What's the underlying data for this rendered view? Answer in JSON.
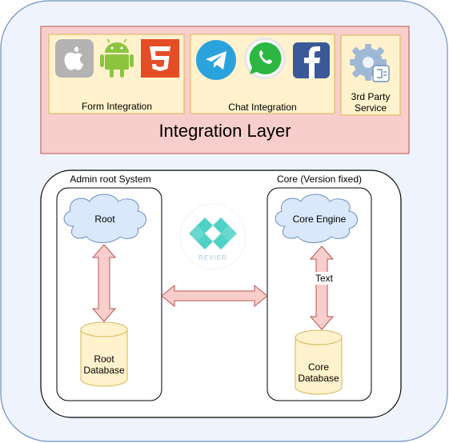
{
  "integration_layer": {
    "title": "Integration Layer",
    "form_group": {
      "label": "Form Integration",
      "icons": [
        "apple-icon",
        "android-icon",
        "html5-icon"
      ]
    },
    "chat_group": {
      "label": "Chat Integration",
      "icons": [
        "telegram-icon",
        "whatsapp-icon",
        "facebook-icon"
      ]
    },
    "third_party": {
      "label_line1": "3rd Party",
      "label_line2": "Service",
      "icon": "gear-plugin-icon"
    }
  },
  "admin_system": {
    "title": "Admin root System",
    "cloud_label": "Root",
    "db_label_line1": "Root",
    "db_label_line2": "Database"
  },
  "core_system": {
    "title": "Core (Version fixed)",
    "cloud_label": "Core Engine",
    "edge_label": "Text",
    "db_label_line1": "Core",
    "db_label_line2": "Database"
  },
  "logo": {
    "text": "REVIER"
  },
  "colors": {
    "outer_fill": "#EEF3FD",
    "outer_stroke": "#6C8EBF",
    "integration_fill": "#F8CECC",
    "integration_stroke": "#B85450",
    "group_fill": "#FFF2CC",
    "group_stroke": "#D6B656",
    "cloud_fill": "#DAE8FC",
    "db_fill": "#FFF2CC",
    "arrow_fill": "#F8CECC",
    "arrow_stroke": "#B85450",
    "logo_teal": "#4FD1C5"
  }
}
